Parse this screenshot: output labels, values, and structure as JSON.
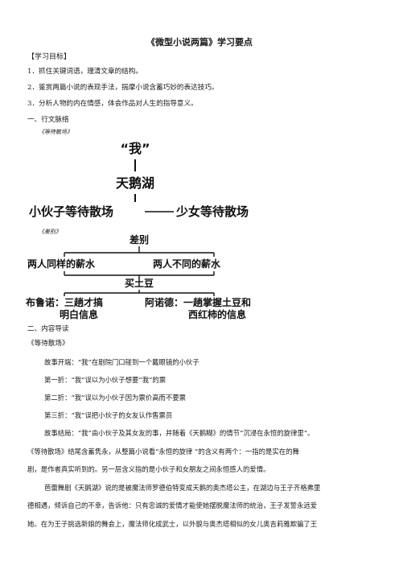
{
  "title": "《微型小说两篇》学习要点",
  "objectives_header": "【学习目标】",
  "objectives": [
    "1．抓住关键词语，理清文章的结构。",
    "2．鉴赏两篇小说的表现手法，揣摩小说含蓄巧妙的表达技巧。",
    "3．分析人物的内在情感，体会作品对人生的指导意义。"
  ],
  "section1_header": "一、行文脉络",
  "diagram1": {
    "label": "《等待散场》",
    "top": "“我”",
    "middle": "天鹅湖",
    "left": "小伙子等待散场",
    "right": "少女等待散场"
  },
  "diagram2": {
    "label": "《差别》",
    "top": "差别",
    "mid_left": "两人同样的薪水",
    "mid_right": "两人不同的薪水",
    "center": "买土豆",
    "bottom_left_1": "布鲁诺：三趟才搞",
    "bottom_left_2": "明白信息",
    "bottom_right_1": "阿诺德：一趟掌握土豆和",
    "bottom_right_2": "西红柿的信息"
  },
  "section2_header": "二、内容导读",
  "work_title": "《等待散场》",
  "story": [
    "故事开端：“我”在剧院门口碰到一个戴眼镜的小伙子",
    "第一折：“我”误以为小伙子想要“我”的票",
    "第二折：“我”误以为小伙子因为票价高而不要票",
    "第三折：“我”误把小伙子的女友认作售票员",
    "故事结局：“我”由小伙子及其女友的事，并随着《天鹅糊》的情节“沉浸在永恒的旋律里”。"
  ],
  "paragraphs": [
    [
      "《等待散场》结尾含蓄隽永，从整篇小说看“永恒的旋律 ”的含义有两个：一指的是实在的舞",
      "剧，是作者真实听到的。另一层含义指的是小伙子和女朋友之间永恒感人的爱情。"
    ],
    [
      "芭蕾舞剧《天鹅湖》说的是被魔法师罗德伯特变成天鹅的奥杰塔公主，在湖边与王子齐格弗里",
      "德相遇，倾诉自己的不幸，告诉他：只有忠诚的爱情才能使她摆脱魔法师的统治，王子发誓永远爱",
      "她。在为王子挑选新娘的舞会上，魔法师化成武士，以外貌与奥杰塔相似的女儿奥吉莉雅欺骗了王"
    ]
  ]
}
